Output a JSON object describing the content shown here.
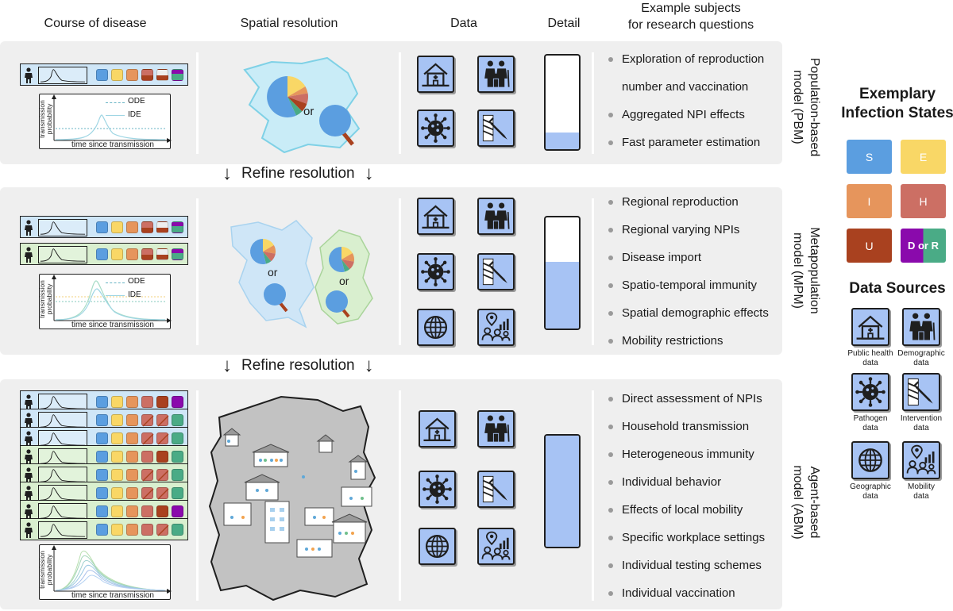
{
  "headers": {
    "course": "Course of disease",
    "spatial": "Spatial resolution",
    "data": "Data",
    "detail": "Detail",
    "subjects_l1": "Example subjects",
    "subjects_l2": "for research questions"
  },
  "refine_label": "Refine resolution",
  "or_label": "or",
  "plot": {
    "ylabel_l1": "transmission",
    "ylabel_l2": "probability",
    "xlabel": "time since transmission",
    "legend_ode": "ODE",
    "legend_ide": "IDE"
  },
  "models": [
    {
      "name_l1": "Population-based",
      "name_l2": "model (PBM)",
      "detail_level": 0.18,
      "subjects": [
        "Exploration of reproduction",
        "number and vaccination",
        "Aggregated NPI effects",
        "Fast parameter estimation"
      ]
    },
    {
      "name_l1": "Metapopulation",
      "name_l2": "model (MPM)",
      "detail_level": 0.6,
      "subjects": [
        "Regional reproduction",
        "Regional varying NPIs",
        "Disease import",
        "Spatio-temporal immunity",
        "Spatial demographic effects",
        "Mobility restrictions"
      ]
    },
    {
      "name_l1": "Agent-based",
      "name_l2": "model (ABM)",
      "detail_level": 1.0,
      "subjects": [
        "Direct assessment of NPIs",
        "Household transmission",
        "Heterogeneous immunity",
        "Individual behavior",
        "Effects of local mobility",
        "Specific workplace settings",
        "Individual testing schemes",
        "Individual vaccination"
      ]
    }
  ],
  "states_title_l1": "Exemplary",
  "states_title_l2": "Infection States",
  "states": [
    {
      "label": "S",
      "color": "#5b9ee0"
    },
    {
      "label": "E",
      "color": "#f9d766"
    },
    {
      "label": "I",
      "color": "#e6955c"
    },
    {
      "label": "H",
      "color": "#cc6f64"
    },
    {
      "label": "U",
      "color": "#a9411f"
    },
    {
      "label_d": "D",
      "label_or": "or",
      "label_r": "R",
      "color_d": "#8a0aac",
      "color_r": "#4aab86"
    }
  ],
  "sources_title": "Data Sources",
  "sources": [
    {
      "icon": "public-health-icon",
      "label_l1": "Public health",
      "label_l2": "data"
    },
    {
      "icon": "demographic-icon",
      "label_l1": "Demographic",
      "label_l2": "data"
    },
    {
      "icon": "pathogen-icon",
      "label_l1": "Pathogen",
      "label_l2": "data"
    },
    {
      "icon": "intervention-icon",
      "label_l1": "Intervention",
      "label_l2": "data"
    },
    {
      "icon": "geographic-icon",
      "label_l1": "Geographic",
      "label_l2": "data"
    },
    {
      "icon": "mobility-icon",
      "label_l1": "Mobility",
      "label_l2": "data"
    }
  ]
}
